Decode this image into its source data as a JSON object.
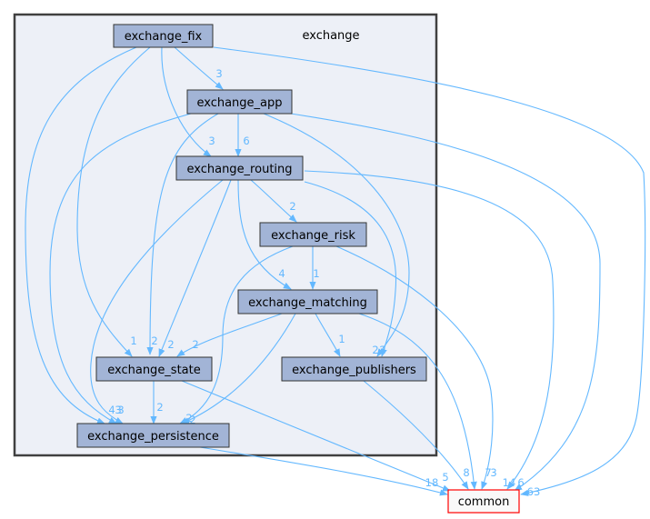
{
  "cluster": {
    "label": "exchange"
  },
  "nodes": {
    "exchange_fix": "exchange_fix",
    "exchange_app": "exchange_app",
    "exchange_routing": "exchange_routing",
    "exchange_risk": "exchange_risk",
    "exchange_matching": "exchange_matching",
    "exchange_state": "exchange_state",
    "exchange_publishers": "exchange_publishers",
    "exchange_persistence": "exchange_persistence",
    "common": "common"
  },
  "edges": [
    {
      "from": "exchange_fix",
      "to": "exchange_app",
      "label": "3"
    },
    {
      "from": "exchange_fix",
      "to": "exchange_routing",
      "label": "3"
    },
    {
      "from": "exchange_app",
      "to": "exchange_routing",
      "label": "6"
    },
    {
      "from": "exchange_routing",
      "to": "exchange_risk",
      "label": "2"
    },
    {
      "from": "exchange_routing",
      "to": "exchange_matching",
      "label": "4"
    },
    {
      "from": "exchange_risk",
      "to": "exchange_matching",
      "label": "1"
    },
    {
      "from": "exchange_fix",
      "to": "exchange_state",
      "label": "1"
    },
    {
      "from": "exchange_app",
      "to": "exchange_state",
      "label": "2"
    },
    {
      "from": "exchange_routing",
      "to": "exchange_state",
      "label": "2"
    },
    {
      "from": "exchange_matching",
      "to": "exchange_state",
      "label": "2"
    },
    {
      "from": "exchange_matching",
      "to": "exchange_publishers",
      "label": "1"
    },
    {
      "from": "exchange_app",
      "to": "exchange_publishers",
      "label": "2"
    },
    {
      "from": "exchange_routing",
      "to": "exchange_publishers",
      "label": "2"
    },
    {
      "from": "exchange_fix",
      "to": "exchange_persistence",
      "label": "4"
    },
    {
      "from": "exchange_app",
      "to": "exchange_persistence",
      "label": "3"
    },
    {
      "from": "exchange_routing",
      "to": "exchange_persistence",
      "label": "3"
    },
    {
      "from": "exchange_state",
      "to": "exchange_persistence",
      "label": "2"
    },
    {
      "from": "exchange_risk",
      "to": "exchange_persistence",
      "label": "2"
    },
    {
      "from": "exchange_matching",
      "to": "exchange_persistence",
      "label": "2"
    },
    {
      "from": "exchange_persistence",
      "to": "common",
      "label": "18"
    },
    {
      "from": "exchange_state",
      "to": "common",
      "label": "5"
    },
    {
      "from": "exchange_publishers",
      "to": "common",
      "label": "8"
    },
    {
      "from": "exchange_matching",
      "to": "common",
      "label": "7"
    },
    {
      "from": "exchange_risk",
      "to": "common",
      "label": "3"
    },
    {
      "from": "exchange_routing",
      "to": "common",
      "label": "14"
    },
    {
      "from": "exchange_app",
      "to": "common",
      "label": "6"
    },
    {
      "from": "exchange_fix",
      "to": "common",
      "label": "63"
    }
  ],
  "colors": {
    "cluster_fill": "#edf0f7",
    "cluster_border": "#404040",
    "node_fill": "#a2b4d6",
    "node_border": "#333333",
    "external_fill": "#f9f9f9",
    "external_border": "#ff0000",
    "edge": "#63b8ff"
  }
}
